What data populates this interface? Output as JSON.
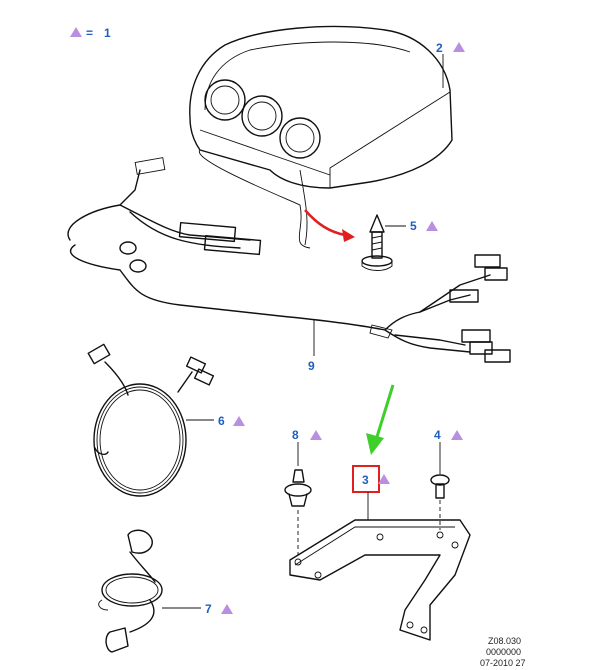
{
  "legend": {
    "symbol": "triangle-icon",
    "equals": "=",
    "value": "1"
  },
  "callouts": [
    {
      "id": "2",
      "label": "2",
      "note_symbol": true
    },
    {
      "id": "5",
      "label": "5",
      "note_symbol": true
    },
    {
      "id": "9",
      "label": "9",
      "note_symbol": false
    },
    {
      "id": "6",
      "label": "6",
      "note_symbol": true
    },
    {
      "id": "8",
      "label": "8",
      "note_symbol": true
    },
    {
      "id": "3",
      "label": "3",
      "note_symbol": true,
      "highlighted": true
    },
    {
      "id": "4",
      "label": "4",
      "note_symbol": true
    },
    {
      "id": "7",
      "label": "7",
      "note_symbol": true
    }
  ],
  "reference": {
    "line1": "Z08.030",
    "line2": "0000000",
    "line3": "07-2010 27"
  },
  "colors": {
    "callout": "#1f5fbf",
    "triangle": "#b98fe0",
    "highlight_box": "#e02020",
    "green_arrow": "#3ecf2a",
    "red_arrow": "#e02020",
    "ink": "#111111"
  }
}
